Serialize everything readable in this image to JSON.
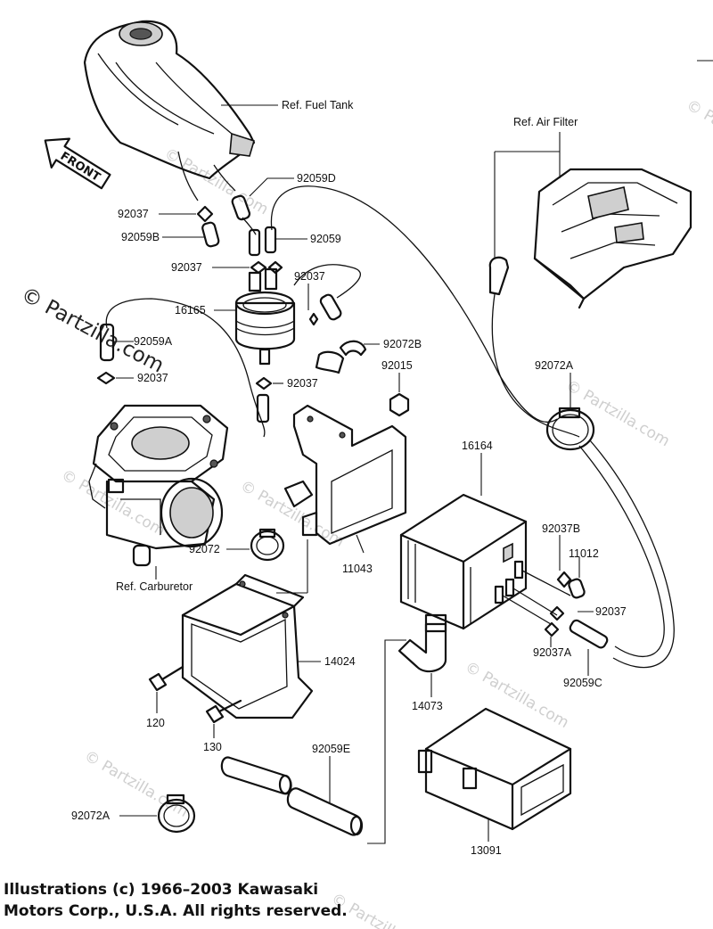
{
  "watermark": {
    "site": "© Partzilla.com",
    "short": "© Partzilla.com",
    "bold": "© Partzilla.com"
  },
  "front_arrow": "FRONT",
  "refs": {
    "fuel_tank": "Ref. Fuel Tank",
    "air_filter": "Ref. Air Filter",
    "carburetor": "Ref. Carburetor"
  },
  "parts": {
    "p92059D": "92059D",
    "p92037_a": "92037",
    "p92059B": "92059B",
    "p92059": "92059",
    "p92037_b": "92037",
    "p92037_c": "92037",
    "p16165": "16165",
    "p92059A": "92059A",
    "p92037_d": "92037",
    "p92072B": "92072B",
    "p92015": "92015",
    "p92037_e": "92037",
    "p92072A_top": "92072A",
    "p16164": "16164",
    "p92037B": "92037B",
    "p11012": "11012",
    "p92037_f": "92037",
    "p92037A": "92037A",
    "p92059C": "92059C",
    "p92072": "92072",
    "p11043": "11043",
    "p14024": "14024",
    "p14073": "14073",
    "p120": "120",
    "p130": "130",
    "p92059E": "92059E",
    "p92072A_bottom": "92072A",
    "p13091": "13091"
  },
  "copyright": {
    "line1": "Illustrations (c) 1966–2003 Kawasaki",
    "line2": "Motors Corp., U.S.A.  All rights reserved."
  }
}
